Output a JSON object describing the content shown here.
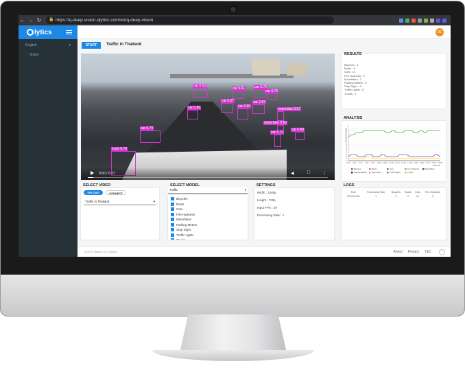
{
  "browser": {
    "url": "https://q-deep-vision.qlytics.com/en/q-deep-vision"
  },
  "sidebar": {
    "logo": "lytics",
    "language": "English",
    "items": [
      {
        "label": "Vision"
      }
    ]
  },
  "user": {
    "initials": "DE"
  },
  "toolbar": {
    "start_label": "START",
    "source_title": "Traffic in Thailand"
  },
  "video": {
    "time": "0:00 / 0:27",
    "detections": [
      {
        "label": "car 0.53"
      },
      {
        "label": "car 0.61"
      },
      {
        "label": "car 0.72"
      },
      {
        "label": "car 0.76"
      },
      {
        "label": "car 0.96"
      },
      {
        "label": "car 0.57"
      },
      {
        "label": "car 0.69"
      },
      {
        "label": "car 0.87"
      },
      {
        "label": "motorbike 0.57"
      },
      {
        "label": "motorbike 0.80"
      },
      {
        "label": "car 0.74"
      },
      {
        "label": "car 0.72"
      },
      {
        "label": "car 0.89"
      },
      {
        "label": "truck 0.78"
      }
    ]
  },
  "results": {
    "title": "RESULTS",
    "items": [
      "Bicycles : 0",
      "Boats : 0",
      "Cars : 14",
      "Fire Hydrants : 0",
      "Motorbikes : 2",
      "Parking Meters : 0",
      "Stop Signs : 0",
      "Traffic Lights : 0",
      "Trucks : 1"
    ]
  },
  "analysis": {
    "title": "ANALYSIS"
  },
  "chart_data": {
    "type": "line",
    "title": "",
    "xlabel": "Seconds",
    "ylabel": "",
    "ylim": [
      0,
      18
    ],
    "x": [
      "0.00",
      "0.75",
      "1.50",
      "2.25",
      "3.00",
      "3.75",
      "4.50",
      "5.25",
      "6.00",
      "6.75",
      "7.50",
      "8.25",
      "9.00",
      "9.75",
      "10.50",
      "11.25",
      "12.00",
      "12.75",
      "13.50",
      "14.25",
      "15.00",
      "15.75",
      "16.50",
      "17.25",
      "18.00",
      "18.75",
      "19.50",
      "20.25",
      "21.00",
      "21.75",
      "22.50",
      "23.25",
      "24.00",
      "24.75",
      "25.50",
      "26.25",
      "27.00"
    ],
    "xticks": [
      "0.00",
      "2.25",
      "5.02",
      "6.50",
      "8.75",
      "10.90",
      "12.50",
      "14.00",
      "15.30",
      "16.30",
      "17.35",
      "18.40",
      "19.50",
      "21.75",
      "24.00",
      "26.50"
    ],
    "yticks": [
      "0",
      "1",
      "2",
      "3",
      "4",
      "5",
      "6",
      "7",
      "8",
      "9",
      "10",
      "11",
      "12",
      "13",
      "14",
      "15",
      "16"
    ],
    "series": [
      {
        "name": "Bicycles",
        "color": "#4472c4",
        "values": [
          0,
          0,
          0,
          0,
          0,
          0,
          0,
          0,
          0,
          0,
          0,
          0,
          0,
          0,
          0,
          0,
          0,
          0,
          0,
          0,
          0,
          0,
          0,
          0,
          0,
          0,
          0,
          0,
          0,
          0,
          0,
          0,
          0,
          0,
          0,
          0,
          0
        ]
      },
      {
        "name": "Boats",
        "color": "#ed7d31",
        "values": [
          0,
          0,
          0,
          0,
          0,
          0,
          0,
          0,
          0,
          0,
          0,
          0,
          0,
          0,
          0,
          0,
          0,
          0,
          0,
          0,
          0,
          0,
          0,
          0,
          0,
          0,
          0,
          0,
          0,
          0,
          0,
          0,
          0,
          0,
          0,
          0,
          0
        ]
      },
      {
        "name": "Cars",
        "color": "#2ca02c",
        "values": [
          12,
          13,
          13,
          14,
          14,
          14,
          15,
          15,
          15,
          15,
          15,
          15,
          15,
          15,
          15,
          14,
          14,
          15,
          15,
          14,
          14,
          14,
          15,
          15,
          15,
          15,
          14,
          14,
          15,
          15,
          14,
          15,
          15,
          15,
          15,
          15,
          15
        ]
      },
      {
        "name": "Fire Hydrants",
        "color": "#a5a5a5",
        "values": [
          0,
          0,
          0,
          0,
          0,
          0,
          0,
          0,
          0,
          0,
          0,
          0,
          0,
          0,
          0,
          0,
          0,
          0,
          0,
          0,
          0,
          0,
          0,
          0,
          0,
          0,
          0,
          0,
          0,
          0,
          0,
          0,
          0,
          0,
          0,
          0,
          0
        ]
      },
      {
        "name": "Motorbikes",
        "color": "#7030a0",
        "values": [
          2,
          3,
          3,
          3,
          2,
          2,
          2,
          3,
          3,
          3,
          2,
          2,
          2,
          3,
          3,
          2,
          2,
          2,
          2,
          2,
          3,
          3,
          3,
          3,
          2,
          2,
          2,
          2,
          2,
          2,
          2,
          2,
          2,
          2,
          3,
          3,
          2
        ]
      },
      {
        "name": "Parking Meters",
        "color": "#c00000",
        "values": [
          0,
          0,
          0,
          0,
          0,
          0,
          0,
          0,
          0,
          0,
          0,
          0,
          0,
          0,
          0,
          0,
          0,
          0,
          0,
          0,
          0,
          0,
          0,
          0,
          0,
          0,
          0,
          0,
          0,
          0,
          0,
          0,
          0,
          0,
          0,
          0,
          0
        ]
      },
      {
        "name": "Stop Signs",
        "color": "#b4a7d6",
        "values": [
          0,
          0,
          0,
          0,
          0,
          0,
          0,
          0,
          0,
          0,
          0,
          0,
          0,
          0,
          0,
          0,
          0,
          0,
          0,
          0,
          0,
          0,
          0,
          0,
          0,
          0,
          0,
          0,
          0,
          0,
          0,
          0,
          0,
          0,
          0,
          0,
          0
        ]
      },
      {
        "name": "Traffic Lights",
        "color": "#7f7f7f",
        "values": [
          0,
          0,
          0,
          0,
          0,
          0,
          0,
          0,
          0,
          0,
          0,
          0,
          0,
          0,
          0,
          0,
          0,
          0,
          0,
          0,
          0,
          0,
          0,
          0,
          0,
          0,
          0,
          0,
          0,
          0,
          0,
          0,
          0,
          0,
          0,
          0,
          0
        ]
      },
      {
        "name": "Trucks",
        "color": "#ffc000",
        "values": [
          1,
          1,
          1,
          1,
          1,
          1,
          1,
          2,
          2,
          2,
          1,
          1,
          1,
          1,
          1,
          1,
          1,
          1,
          1,
          1,
          1,
          1,
          1,
          1,
          1,
          1,
          1,
          1,
          1,
          1,
          1,
          1,
          1,
          1,
          1,
          1,
          1
        ]
      }
    ],
    "legend": "bottom"
  },
  "select_video": {
    "title": "SELECT VIDEO",
    "upload_label": "UPLOAD",
    "connect_label": "CONNECT",
    "selected": "Traffic in Thailand"
  },
  "select_model": {
    "title": "SELECT MODEL",
    "selected": "Traffic",
    "options": [
      "Bicycles",
      "Boats",
      "Cars",
      "Fire Hydrants",
      "Motorbikes",
      "Parking Meters",
      "Stop Signs",
      "Traffic Lights",
      "Trucks"
    ]
  },
  "settings": {
    "title": "SETTINGS",
    "width": "Width : 1280p",
    "height": "Height : 720p",
    "fps": "Input FPS : 29",
    "rate": "Processing Rate : 1"
  },
  "logs": {
    "title": "LOGS",
    "headers": [
      "Time",
      "Processing Rate",
      "Bicycles",
      "Boats",
      "Cars",
      "Fire Hydrants"
    ],
    "rows": [
      [
        "0:00:00.000",
        "1",
        "0",
        "0",
        "14",
        "0"
      ]
    ]
  },
  "footer": {
    "copyright": "2020 © Qlytics LLC Qlytics",
    "links": [
      "About",
      "Privacy",
      "T&C"
    ]
  }
}
